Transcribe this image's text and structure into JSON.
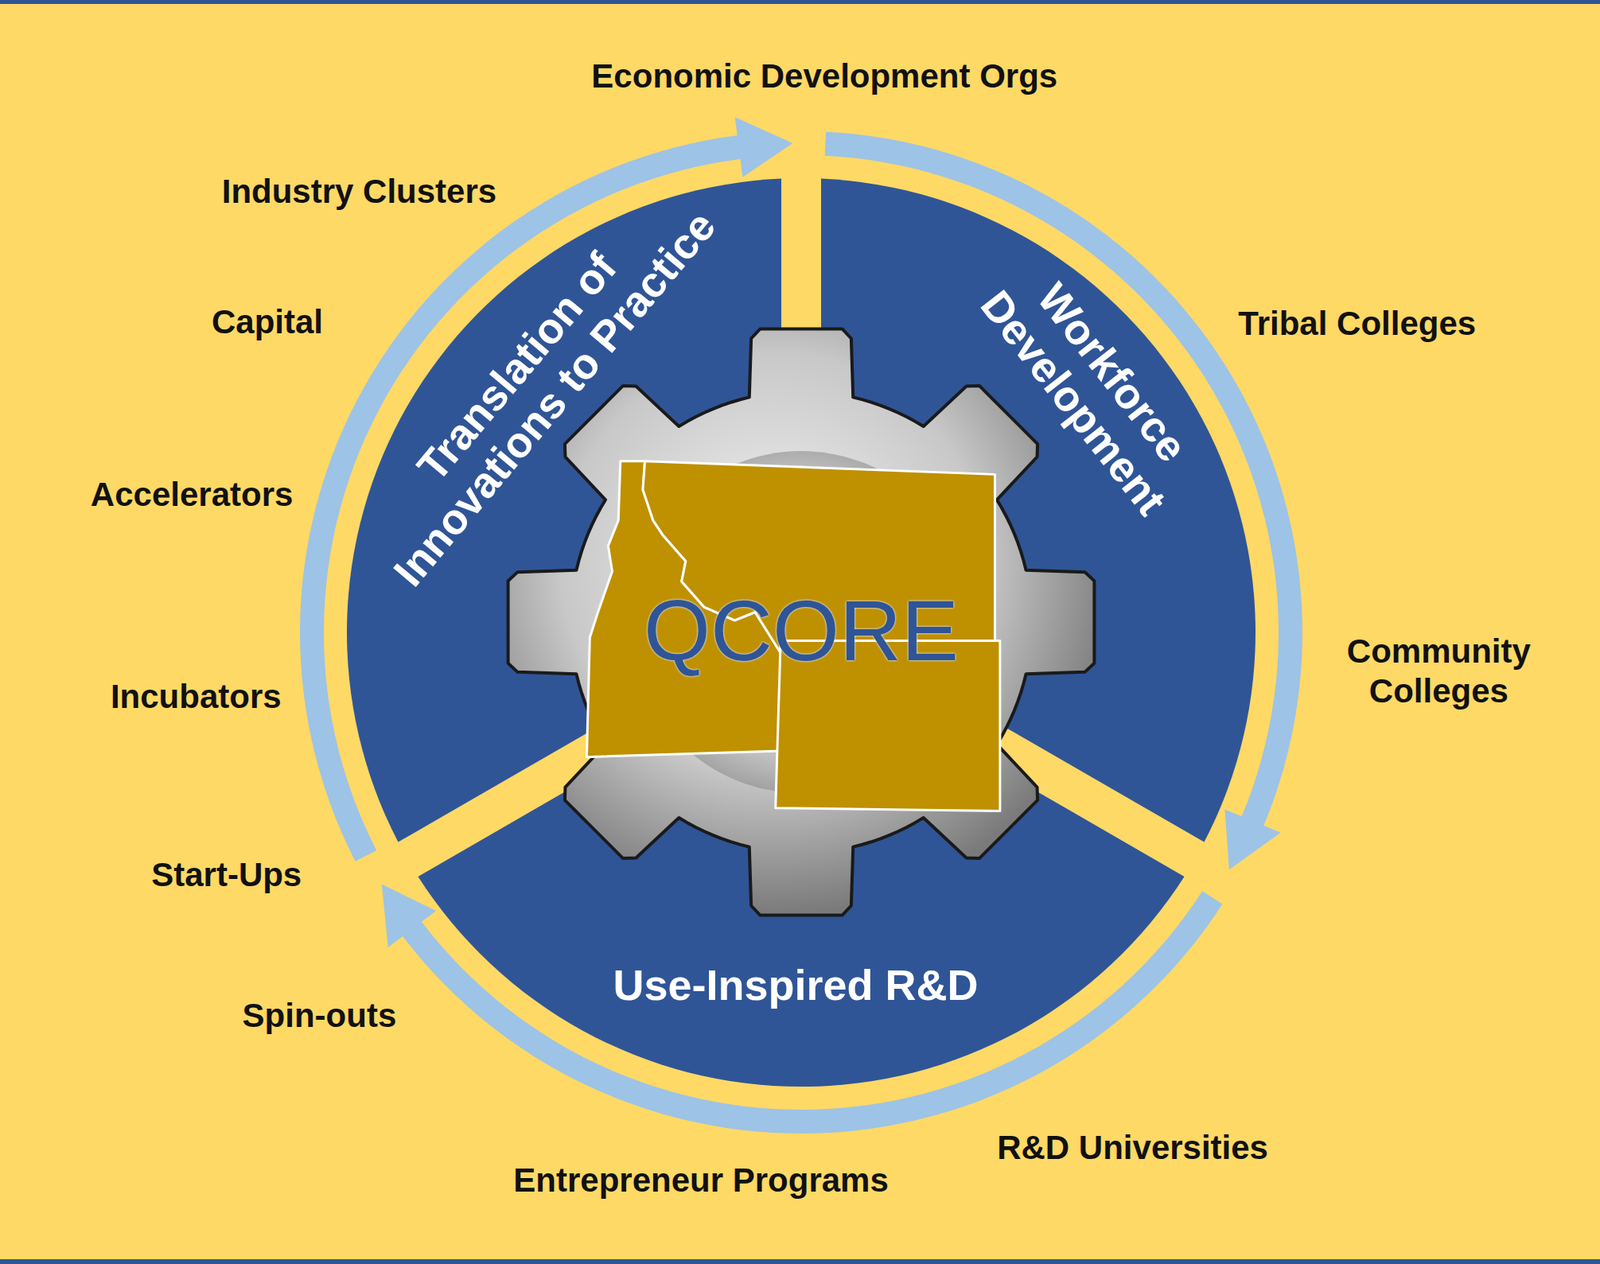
{
  "diagram": {
    "nodes": [
      {
        "text": [
          "Translation of Innovations to Practice"
        ]
      },
      {
        "text": [
          "Workforce Development"
        ]
      },
      {
        "text": [
          "QCORE"
        ]
      },
      {
        "text": [
          "Use-Inspired R&D"
        ]
      }
    ],
    "labels": [
      "Economic Development Orgs",
      "Industry Clusters",
      "Tribal Colleges",
      "Capital",
      "Accelerators",
      "Community Colleges",
      "Incubators",
      "Start-Ups",
      "Spin-outs",
      "R&D Universities",
      "Entrepreneur Programs"
    ]
  }
}
